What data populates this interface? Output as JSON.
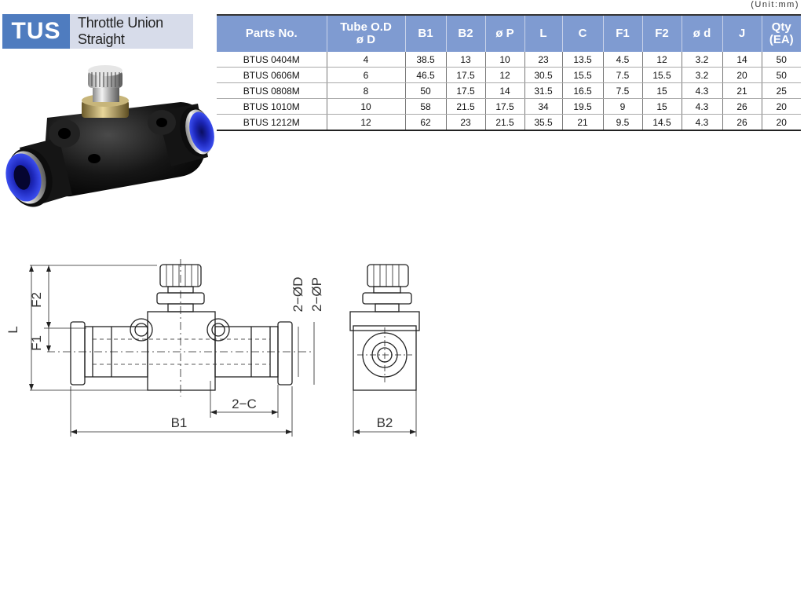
{
  "header": {
    "code": "TUS",
    "name": "Throttle Union Straight"
  },
  "unit_label": "(Unit:mm)",
  "table": {
    "columns": [
      {
        "line1": "Parts No.",
        "line2": ""
      },
      {
        "line1": "Tube O.D",
        "line2": "ø D"
      },
      {
        "line1": "B1",
        "line2": ""
      },
      {
        "line1": "B2",
        "line2": ""
      },
      {
        "line1": "ø P",
        "line2": ""
      },
      {
        "line1": "L",
        "line2": ""
      },
      {
        "line1": "C",
        "line2": ""
      },
      {
        "line1": "F1",
        "line2": ""
      },
      {
        "line1": "F2",
        "line2": ""
      },
      {
        "line1": "ø d",
        "line2": ""
      },
      {
        "line1": "J",
        "line2": ""
      },
      {
        "line1": "Qty",
        "line2": "(EA)"
      }
    ],
    "rows": [
      [
        "BTUS 0404M",
        "4",
        "38.5",
        "13",
        "10",
        "23",
        "13.5",
        "4.5",
        "12",
        "3.2",
        "14",
        "50"
      ],
      [
        "BTUS 0606M",
        "6",
        "46.5",
        "17.5",
        "12",
        "30.5",
        "15.5",
        "7.5",
        "15.5",
        "3.2",
        "20",
        "50"
      ],
      [
        "BTUS 0808M",
        "8",
        "50",
        "17.5",
        "14",
        "31.5",
        "16.5",
        "7.5",
        "15",
        "4.3",
        "21",
        "25"
      ],
      [
        "BTUS 1010M",
        "10",
        "58",
        "21.5",
        "17.5",
        "34",
        "19.5",
        "9",
        "15",
        "4.3",
        "26",
        "20"
      ],
      [
        "BTUS 1212M",
        "12",
        "62",
        "23",
        "21.5",
        "35.5",
        "21",
        "9.5",
        "14.5",
        "4.3",
        "26",
        "20"
      ]
    ]
  },
  "drawing_labels": {
    "L": "L",
    "F1": "F1",
    "F2": "F2",
    "D": "2−ØD",
    "P": "2−ØP",
    "C": "2−C",
    "B1": "B1",
    "B2": "B2"
  },
  "colors": {
    "header_code_bg": "#4f7cbf",
    "header_name_bg": "#d7dcea",
    "table_header_bg": "#7f9bd1",
    "collet_blue": "#2330c8"
  }
}
